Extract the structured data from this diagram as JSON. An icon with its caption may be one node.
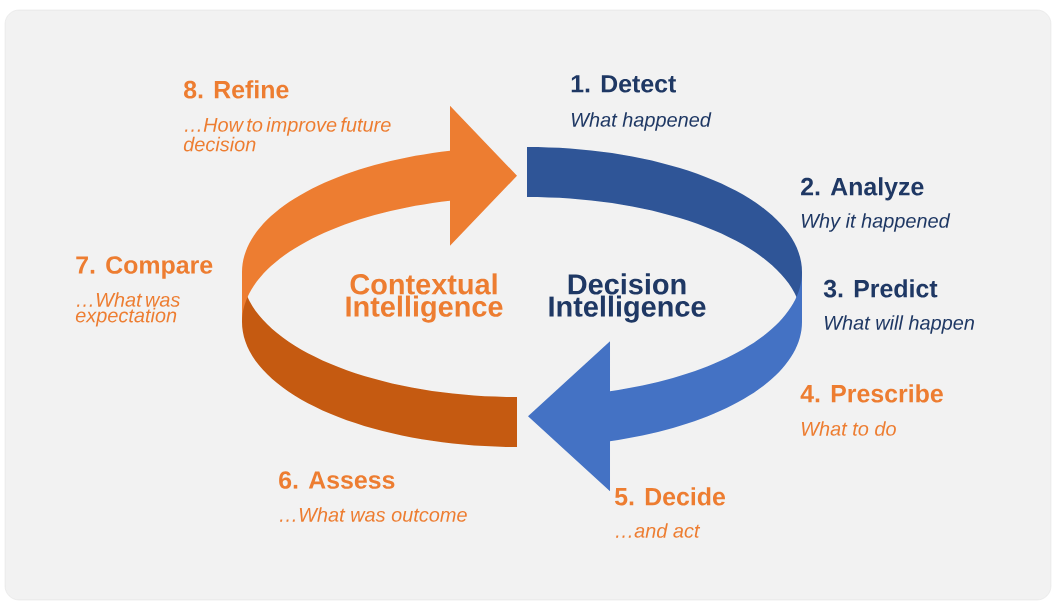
{
  "diagram": {
    "labels": [
      "8. Refine",
      "…How to improve future decision",
      "1. Detect",
      "What happened",
      "2. Analyze",
      "Why it happened",
      "7. Compare",
      "…What was expectation",
      "Contextual Intelligence",
      "Decision Intelligence",
      "3. Predict",
      "What will happen",
      "4. Prescribe",
      "What to do",
      "6. Assess",
      "…What was outcome",
      "5. Decide",
      "…and act"
    ]
  }
}
